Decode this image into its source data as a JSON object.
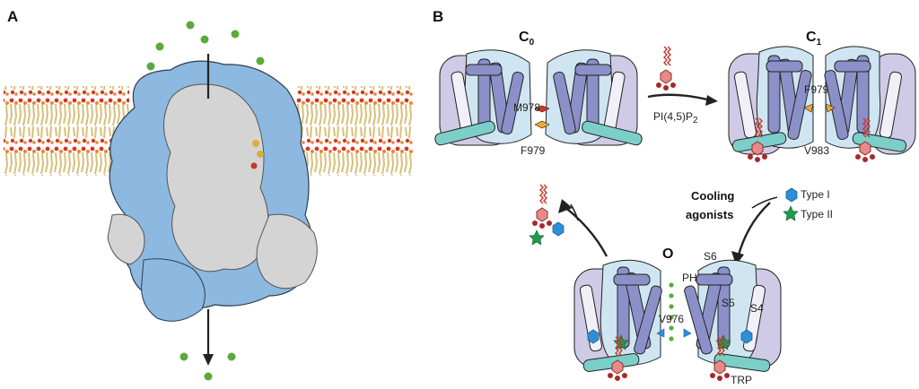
{
  "panel_a": {
    "label": "A"
  },
  "panel_b": {
    "label": "B"
  },
  "states": {
    "c0": {
      "main": "C",
      "sub": "0"
    },
    "c1": {
      "main": "C",
      "sub": "1"
    },
    "o": {
      "main": "O"
    }
  },
  "residues": {
    "m978": "M978",
    "f979_c0": "F979",
    "f979_c1": "F979",
    "v983": "V983",
    "v976": "V976"
  },
  "helices": {
    "s6": "S6",
    "s5": "S5",
    "s4": "S4",
    "ph": "PH",
    "trp": "TRP"
  },
  "transition_1": {
    "main": "PI(4,5)P",
    "sub": "2"
  },
  "cooling": {
    "line1": "Cooling",
    "line2": "agonists"
  },
  "legend": {
    "type1": "Type I",
    "type2": "Type II"
  },
  "colors": {
    "membrane_head": "#d9352a",
    "membrane_tail": "#d8bf7a",
    "protein_blue": "#8db8df",
    "protein_grey": "#d4d4d4",
    "ion_green": "#5aaa3c",
    "helix_purple": "#8c90c8",
    "domain_lavender": "#cfcbe6",
    "pore_light_blue": "#cfe6f2",
    "trp_teal": "#7ccfc9",
    "pip2_red": "#c0392b",
    "pip2_head": "#e98a8a",
    "residue_orange": "#f0a92a",
    "type1_blue": "#2e8fd6",
    "type2_green": "#1f9a4a"
  }
}
